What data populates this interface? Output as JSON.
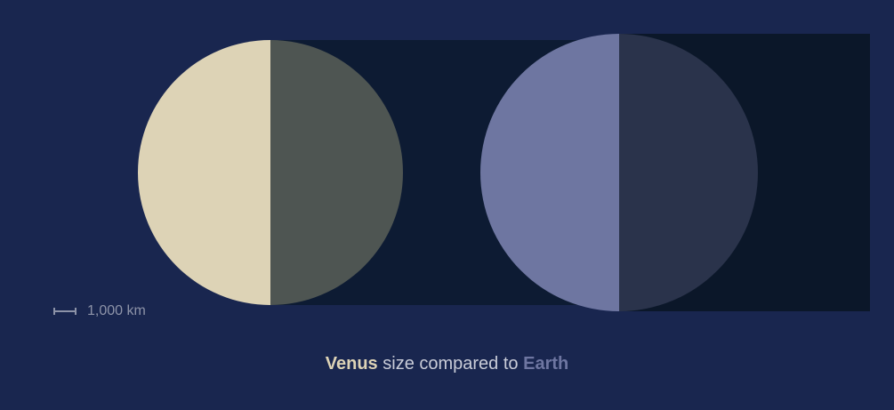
{
  "scale": {
    "label": "1,000 km"
  },
  "caption": {
    "subject": "Venus",
    "middle": " size compared to ",
    "reference": "Earth"
  },
  "planets": [
    {
      "name": "Venus",
      "lit_color": "#ddd3b6",
      "dark_color": "#4e5552",
      "shadow_color": "#0d1b33"
    },
    {
      "name": "Earth",
      "lit_color": "#6e76a1",
      "dark_color": "#2a334b",
      "shadow_color": "#0b1729"
    }
  ],
  "colors": {
    "background": "#19264f",
    "venus_text": "#ddd3b6",
    "earth_text": "#6e76a1",
    "scale_text": "#8d93a8",
    "caption_text": "#c9ccd8"
  }
}
